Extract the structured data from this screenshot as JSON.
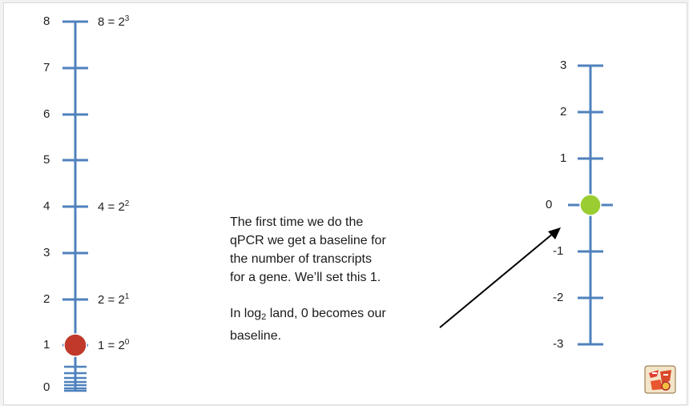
{
  "left_axis": {
    "ticks": [
      "8",
      "7",
      "6",
      "5",
      "4",
      "3",
      "2",
      "1",
      "0"
    ],
    "power_labels": [
      {
        "value": "8",
        "base": "2",
        "exp": "3"
      },
      {
        "value": "4",
        "base": "2",
        "exp": "2"
      },
      {
        "value": "2",
        "base": "2",
        "exp": "1"
      },
      {
        "value": "1",
        "base": "2",
        "exp": "0"
      }
    ],
    "marker": {
      "at": 1,
      "color": "#c0392b"
    }
  },
  "right_axis": {
    "ticks": [
      "3",
      "2",
      "1",
      "0",
      "-1",
      "-2",
      "-3"
    ],
    "marker": {
      "at": 0,
      "color": "#9acd32"
    }
  },
  "note": {
    "line1": "The first time we do the",
    "line2": "qPCR we get a baseline for",
    "line3": "the number of transcripts",
    "line4": "for a gene. We’ll set this 1.",
    "line5_pre": "In log",
    "line5_sub": "2",
    "line5_post": " land, 0 becomes our",
    "line6": "baseline."
  },
  "colors": {
    "axis": "#4f81bd",
    "arrow": "#000000"
  },
  "logo_icon": "statquest-logo-icon"
}
